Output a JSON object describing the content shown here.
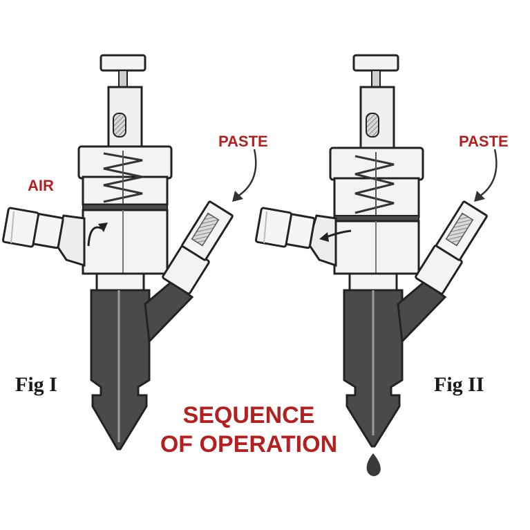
{
  "labels": {
    "air": "AIR",
    "paste_left": "PASTE",
    "paste_right": "PASTE",
    "fig_left": "Fig I",
    "fig_right": "Fig II",
    "title_line1": "SEQUENCE",
    "title_line2": "OF OPERATION"
  },
  "colors": {
    "label_red": "#b3201f",
    "body_dark": "#4a4a4a",
    "body_light": "#ececec",
    "outline": "#222222"
  }
}
